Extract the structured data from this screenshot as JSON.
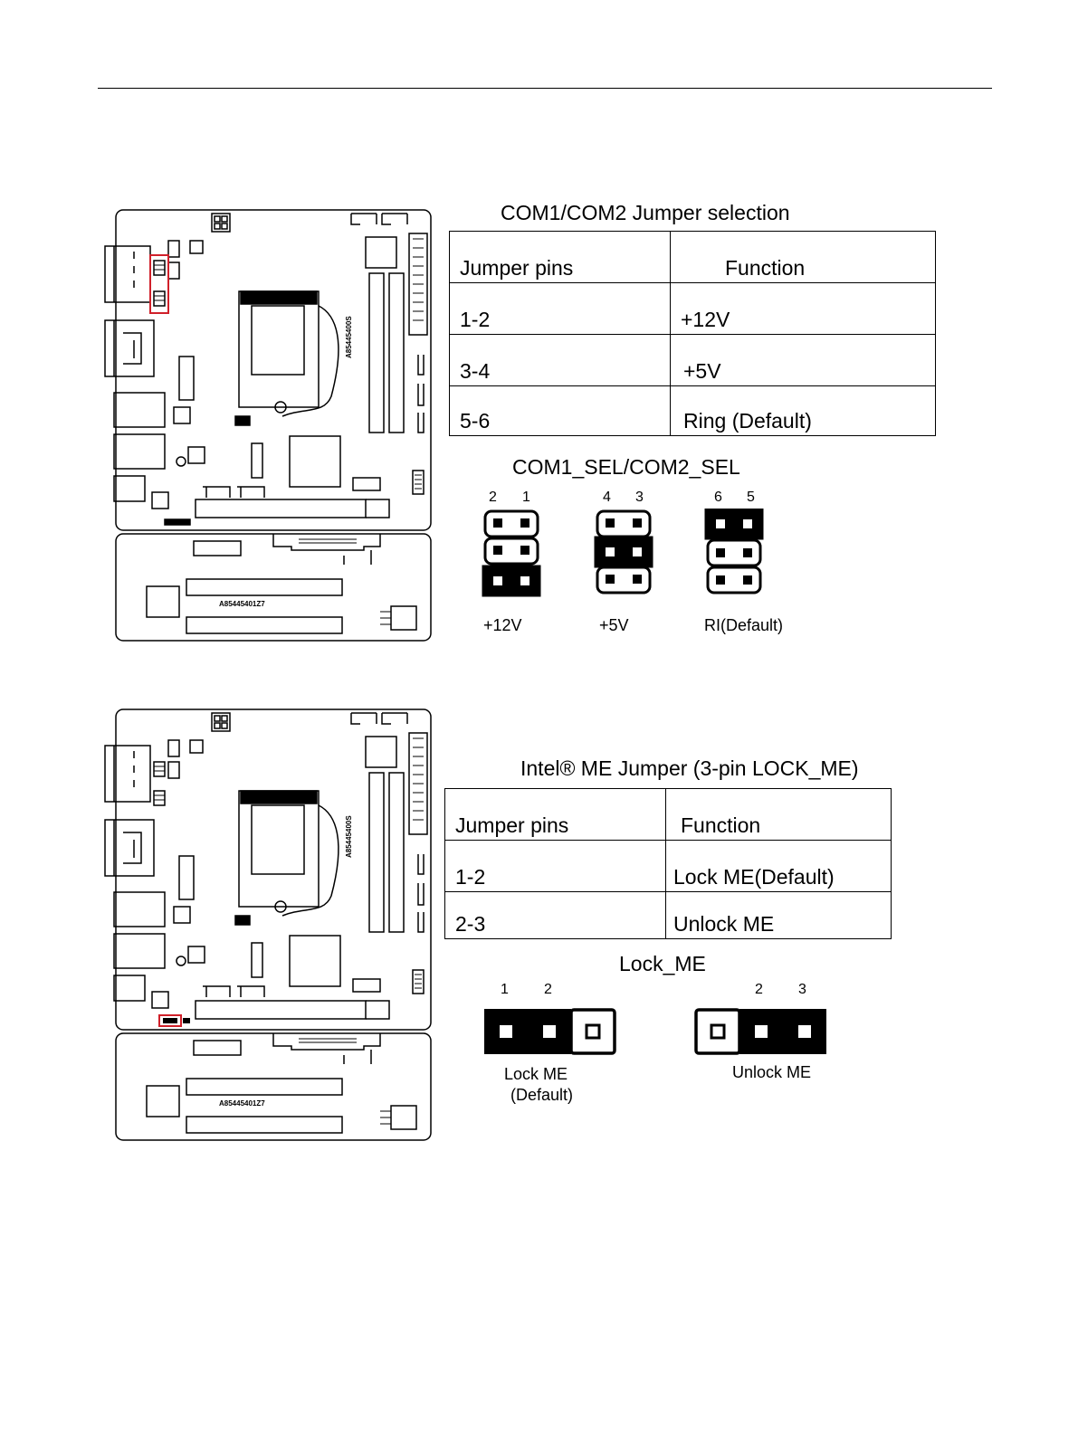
{
  "board_silk": {
    "main_pcb": "A85445400S",
    "riser_pcb": "A85445401Z7"
  },
  "com_section": {
    "title": "COM1/COM2  Jumper selection",
    "table": {
      "headers": [
        "Jumper pins",
        "Function"
      ],
      "rows": [
        {
          "pins": "1-2",
          "function": "+12V"
        },
        {
          "pins": "3-4",
          "function": "+5V"
        },
        {
          "pins": "5-6",
          "function": "Ring (Default)"
        }
      ]
    },
    "header_name": "COM1_SEL/COM2_SEL",
    "jumpers": [
      {
        "pin_left": "2",
        "pin_right": "1",
        "label": "+12V"
      },
      {
        "pin_left": "4",
        "pin_right": "3",
        "label": "+5V"
      },
      {
        "pin_left": "6",
        "pin_right": "5",
        "label": "RI(Default)"
      }
    ]
  },
  "me_section": {
    "title": "Intel® ME Jumper (3-pin LOCK_ME)",
    "table": {
      "headers": [
        "Jumper pins",
        "Function"
      ],
      "rows": [
        {
          "pins": "1-2",
          "function": "Lock ME(Default)"
        },
        {
          "pins": "2-3",
          "function": "Unlock ME"
        }
      ]
    },
    "header_name": "Lock_ME",
    "jumpers": [
      {
        "pin_a": "1",
        "pin_b": "2",
        "label_line1": "Lock ME",
        "label_line2": "(Default)"
      },
      {
        "pin_a": "2",
        "pin_b": "3",
        "label_line1": "Unlock ME",
        "label_line2": ""
      }
    ]
  },
  "colors": {
    "highlight": "#d0202a",
    "ink": "#000000"
  }
}
